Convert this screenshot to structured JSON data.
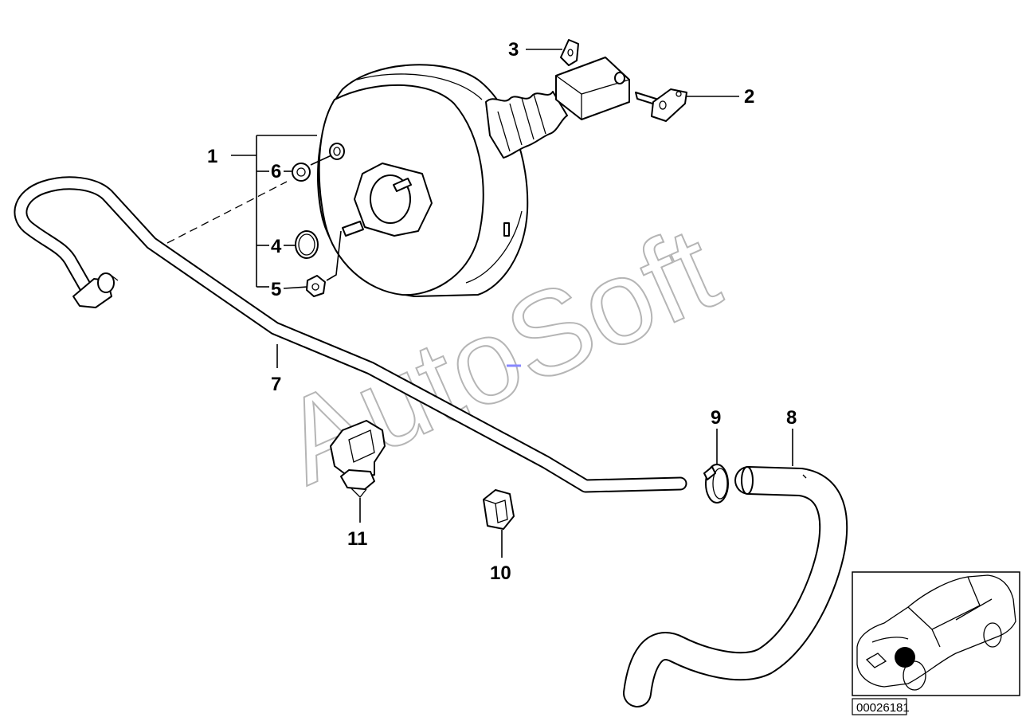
{
  "diagram": {
    "watermark": "AutoSoft",
    "diagram_id": "00026181",
    "callouts": [
      {
        "id": "c1",
        "label": "1",
        "name": "callout-1"
      },
      {
        "id": "c2",
        "label": "2",
        "name": "callout-2"
      },
      {
        "id": "c3",
        "label": "3",
        "name": "callout-3"
      },
      {
        "id": "c4",
        "label": "4",
        "name": "callout-4"
      },
      {
        "id": "c5",
        "label": "5",
        "name": "callout-5"
      },
      {
        "id": "c6",
        "label": "6",
        "name": "callout-6"
      },
      {
        "id": "c7",
        "label": "7",
        "name": "callout-7"
      },
      {
        "id": "c8",
        "label": "8",
        "name": "callout-8"
      },
      {
        "id": "c9",
        "label": "9",
        "name": "callout-9"
      },
      {
        "id": "c10",
        "label": "10",
        "name": "callout-10"
      },
      {
        "id": "c11",
        "label": "11",
        "name": "callout-11"
      }
    ],
    "colors": {
      "line": "#000000",
      "watermark": "#b5b5b5",
      "marker": "#000000",
      "accent_dash": "#8888ff"
    }
  }
}
